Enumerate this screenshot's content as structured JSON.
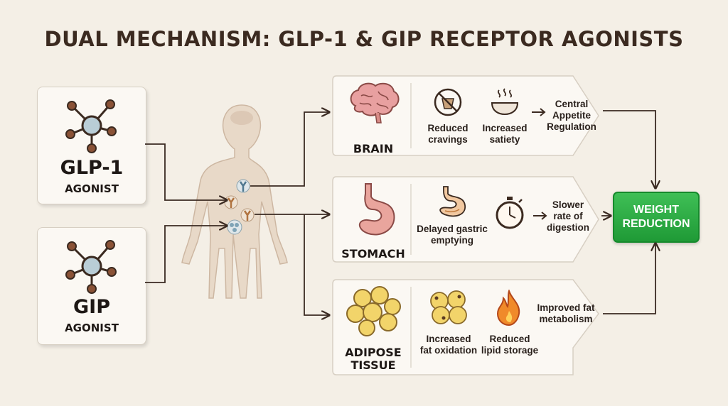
{
  "title": "DUAL MECHANISM: GLP-1 & GIP RECEPTOR AGONISTS",
  "agents": [
    {
      "name": "GLP-1",
      "sub": "AGONIST"
    },
    {
      "name": "GIP",
      "sub": "AGONIST"
    }
  ],
  "organs": {
    "brain": {
      "label": "BRAIN",
      "effects": [
        {
          "line1": "Reduced",
          "line2": "cravings",
          "icon": "no-food-icon"
        },
        {
          "line1": "Increased",
          "line2": "satiety",
          "icon": "bowl-icon"
        }
      ],
      "outcome": [
        "Central",
        "Appetite",
        "Regulation"
      ]
    },
    "stomach": {
      "label": "STOMACH",
      "effects": [
        {
          "line1": "Delayed gastric",
          "line2": "emptying",
          "icon": "stomach-icon"
        },
        {
          "line1": "",
          "line2": "",
          "icon": "stopwatch-icon"
        }
      ],
      "outcome": [
        "Slower",
        "rate of",
        "digestion"
      ]
    },
    "adipose": {
      "label_line1": "ADIPOSE",
      "label_line2": "TISSUE",
      "effects": [
        {
          "line1": "Increased",
          "line2": "fat oxidation",
          "icon": "fat-cells-icon"
        },
        {
          "line1": "Reduced",
          "line2": "lipid storage",
          "icon": "flame-icon"
        }
      ],
      "outcome": [
        "Improved fat",
        "metabolism"
      ]
    }
  },
  "result": {
    "line1": "WEIGHT",
    "line2": "REDUCTION"
  },
  "colors": {
    "background": "#f4efe6",
    "result_green": "#2aaa45",
    "arrow": "#3a2a22",
    "body_beige": "#e8d9c8"
  }
}
